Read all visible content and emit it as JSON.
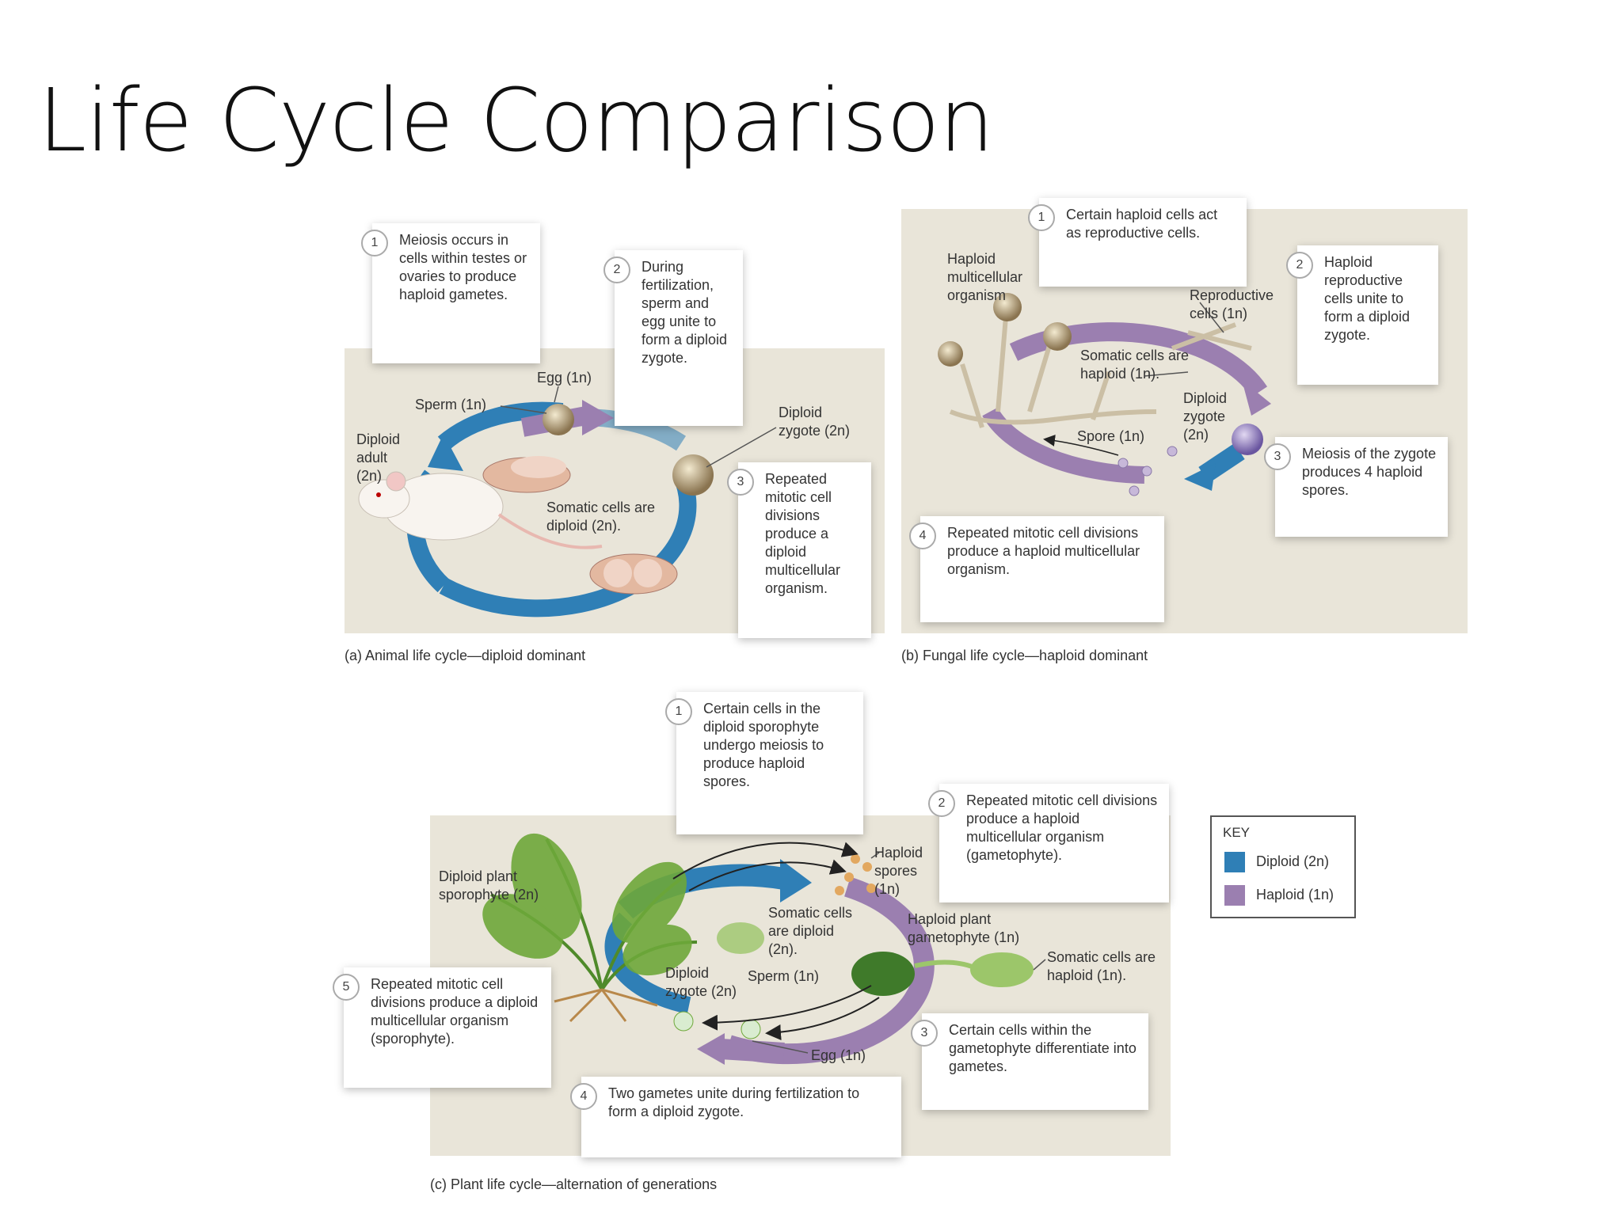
{
  "title": "Life Cycle Comparison",
  "colors": {
    "diploid": "#2f7fb6",
    "haploid": "#9b7fb0",
    "panel_bg": "#e9e5d9"
  },
  "animal": {
    "caption": "(a) Animal life cycle—diploid dominant",
    "steps": [
      {
        "n": "1",
        "text": "Meiosis occurs in cells within testes or ovaries to produce haploid gametes."
      },
      {
        "n": "2",
        "text": "During fertilization, sperm and egg unite to form a diploid zygote."
      },
      {
        "n": "3",
        "text": "Repeated mitotic cell divisions produce a diploid multicellular organism."
      }
    ],
    "labels": {
      "egg": "Egg (1n)",
      "sperm": "Sperm (1n)",
      "adult": "Diploid adult (2n)",
      "zygote": "Diploid zygote (2n)",
      "somatic": "Somatic cells are diploid (2n)."
    }
  },
  "fungal": {
    "caption": "(b) Fungal life cycle—haploid dominant",
    "steps": [
      {
        "n": "1",
        "text": "Certain haploid cells act as reproductive cells."
      },
      {
        "n": "2",
        "text": "Haploid reproductive cells unite to form a diploid zygote."
      },
      {
        "n": "3",
        "text": "Meiosis of the zygote produces 4 haploid spores."
      },
      {
        "n": "4",
        "text": "Repeated mitotic cell divisions produce a haploid multicellular organism."
      }
    ],
    "labels": {
      "organism": "Haploid multicellular organism",
      "reproductive": "Reproductive cells (1n)",
      "somatic": "Somatic cells are haploid (1n).",
      "zygote": "Diploid zygote (2n)",
      "spore": "Spore (1n)"
    }
  },
  "plant": {
    "caption": "(c) Plant life cycle—alternation of generations",
    "steps": [
      {
        "n": "1",
        "text": "Certain cells in the diploid sporophyte undergo meiosis to produce haploid spores."
      },
      {
        "n": "2",
        "text": "Repeated mitotic cell divisions produce a haploid multicellular organism (gametophyte)."
      },
      {
        "n": "3",
        "text": "Certain cells within the gametophyte differentiate into gametes."
      },
      {
        "n": "4",
        "text": "Two gametes unite during fertilization to form a diploid zygote."
      },
      {
        "n": "5",
        "text": "Repeated mitotic cell divisions produce a diploid multicellular organism (sporophyte)."
      }
    ],
    "labels": {
      "sporophyte": "Diploid plant sporophyte (2n)",
      "spores": "Haploid spores (1n)",
      "somatic_diploid": "Somatic cells are diploid (2n).",
      "gametophyte": "Haploid plant gametophyte (1n)",
      "somatic_haploid": "Somatic cells are haploid (1n).",
      "zygote": "Diploid zygote (2n)",
      "sperm": "Sperm (1n)",
      "egg": "Egg (1n)"
    }
  },
  "key": {
    "title": "KEY",
    "diploid": "Diploid (2n)",
    "haploid": "Haploid (1n)"
  }
}
